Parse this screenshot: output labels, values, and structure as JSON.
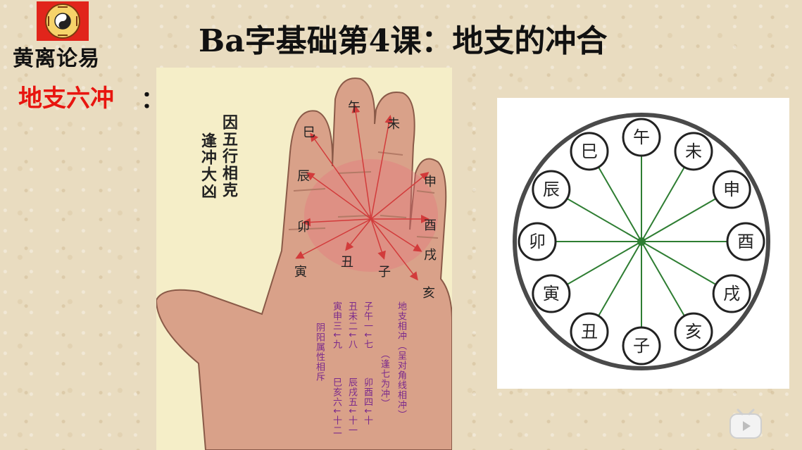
{
  "brand": "黄离论易",
  "title": "Ba字基础第4课：地支的冲合",
  "section": {
    "label": "地支六冲",
    "colon": "："
  },
  "hand": {
    "branches": [
      "巳",
      "午",
      "未",
      "申",
      "酉",
      "戌",
      "亥",
      "子",
      "丑",
      "寅",
      "卯",
      "辰"
    ],
    "rule_lines": [
      "因五行相克",
      "逢冲大凶"
    ],
    "notes": [
      "地支相冲（呈对角线相冲）",
      "（逢七为冲）",
      "子午一↓七",
      "丑未二↓八",
      "寅申三↓九",
      "卯酉四↓十",
      "辰戌五↓十一",
      "巳亥六↓十二",
      "阴阳属性相斥"
    ]
  },
  "wheel": {
    "branches": [
      "午",
      "未",
      "申",
      "酉",
      "戌",
      "亥",
      "子",
      "丑",
      "寅",
      "卯",
      "辰",
      "巳"
    ]
  },
  "colors": {
    "title_red": "#e8150f",
    "line_green": "#2e7d32",
    "arrow_red": "#d23b3b"
  }
}
